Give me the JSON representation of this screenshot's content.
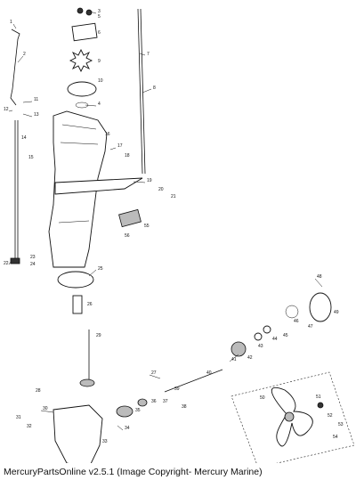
{
  "caption": "MercuryPartsOnline v2.5.1 (Image Copyright- Mercury Marine)",
  "callouts": [
    "1",
    "2",
    "3",
    "4",
    "5",
    "6",
    "7",
    "8",
    "9",
    "10",
    "11",
    "12",
    "13",
    "14",
    "15",
    "16",
    "17",
    "18",
    "19",
    "20",
    "21",
    "22",
    "23",
    "24",
    "25",
    "26",
    "27",
    "28",
    "29",
    "30",
    "31",
    "32",
    "33",
    "34",
    "35",
    "36",
    "37",
    "38",
    "39",
    "40",
    "41",
    "42",
    "43",
    "44",
    "45",
    "46",
    "47",
    "48",
    "49",
    "50",
    "51",
    "52",
    "53",
    "54",
    "55",
    "56"
  ],
  "colors": {
    "line": "#111111",
    "background": "#ffffff",
    "shade": "#bbbbbb"
  }
}
